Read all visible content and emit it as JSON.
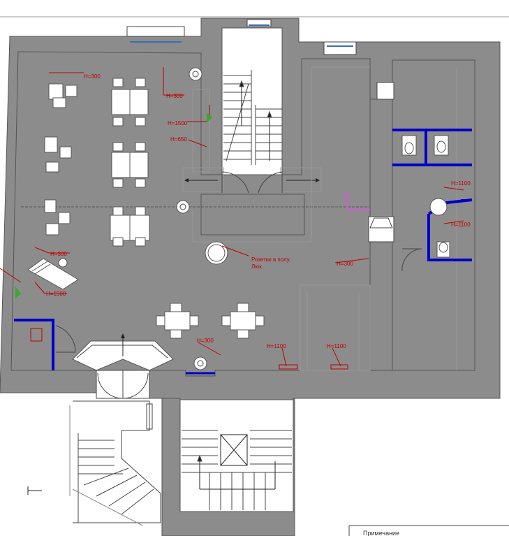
{
  "labels": {
    "h300_top": "H=300",
    "h300_near_column": "H=300",
    "h1500_top": "H=1500",
    "h650": "H=650",
    "h300_left": "H=300",
    "h1500_left": "H=1500",
    "sockets_note_line1": "Розетки в полу.",
    "sockets_note_line2": "Люк.",
    "h300_right": "H=300",
    "h300_bottom": "H=300",
    "h1100_bottom_center": "H=1100",
    "h1100_bottom_right": "H=1100",
    "h1100_wc_top": "H=1100",
    "h1100_wc_bottom": "H=1100",
    "legend_title": "Примечание"
  }
}
